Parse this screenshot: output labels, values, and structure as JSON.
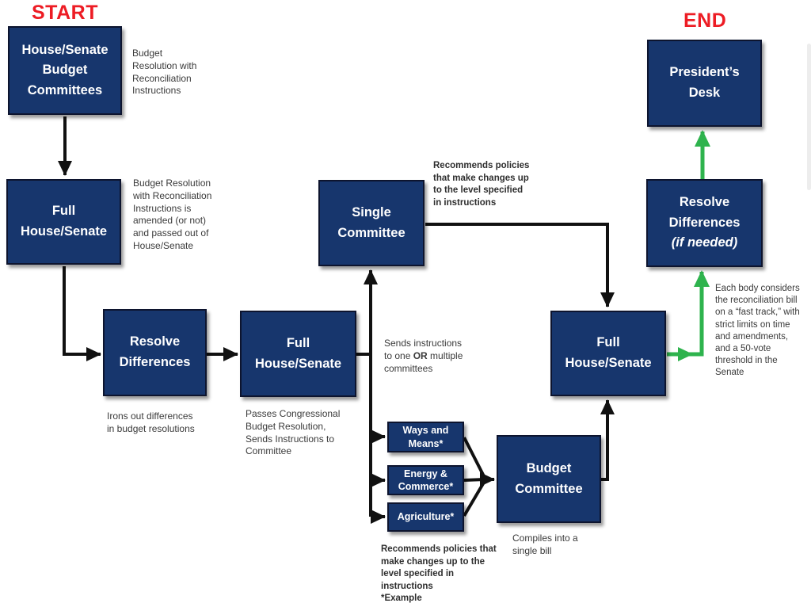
{
  "labels": {
    "start": "START",
    "end": "END"
  },
  "nodes": {
    "budget_committees": "House/Senate\nBudget\nCommittees",
    "full_house_senate_1": "Full\nHouse/Senate",
    "resolve_differences_1": "Resolve\nDifferences",
    "full_house_senate_2": "Full\nHouse/Senate",
    "single_committee": "Single\nCommittee",
    "ways_and_means": "Ways and\nMeans*",
    "energy_commerce": "Energy &\nCommerce*",
    "agriculture": "Agriculture*",
    "budget_committee": "Budget\nCommittee",
    "full_house_senate_3": "Full\nHouse/Senate",
    "resolve_differences_2_title": "Resolve\nDifferences",
    "resolve_differences_2_sub": "(if needed)",
    "presidents_desk": "President’s\nDesk"
  },
  "notes": {
    "budget_resolution": "Budget\nResolution with\nReconciliation\nInstructions",
    "amended": "Budget Resolution\nwith Reconciliation\nInstructions is\namended (or not)\nand passed out of\nHouse/Senate",
    "irons_out": "Irons out differences\nin budget resolutions",
    "passes": "Passes Congressional\nBudget Resolution,\nSends Instructions to\nCommittee",
    "sends_pre": "Sends instructions\nto one ",
    "sends_or": "OR",
    "sends_post": " multiple\ncommittees",
    "recommends_top": "Recommends policies\nthat make changes up\nto the level specified\nin instructions",
    "recommends_bottom": "Recommends policies that\nmake changes up to the\nlevel specified in\ninstructions",
    "example": "*Example",
    "compiles": "Compiles into a\nsingle bill",
    "each_body": "Each body considers\nthe reconciliation bill\non a “fast track,” with\nstrict limits on time\nand amendments,\nand a 50-vote\nthreshold in the\nSenate"
  },
  "colors": {
    "navy": "#17366d",
    "red": "#ed1c24",
    "green": "#2eb34d",
    "line": "#111111",
    "note_text": "#3a3a3a"
  }
}
